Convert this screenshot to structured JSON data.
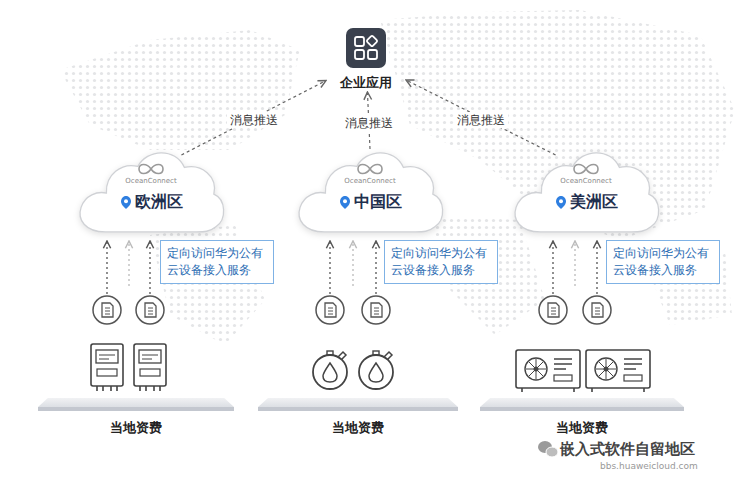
{
  "diagram": {
    "nodes": [
      {
        "text": [
          "企业应用"
        ]
      },
      {
        "text": [
          "OceanConnect",
          "欧洲区"
        ]
      },
      {
        "text": [
          "OceanConnect",
          "中国区"
        ]
      },
      {
        "text": [
          "OceanConnect",
          "美洲区"
        ]
      },
      {
        "text": [
          "定向访问华为公有云设备接入服务"
        ]
      },
      {
        "text": [
          "定向访问华为公有云设备接入服务"
        ]
      },
      {
        "text": [
          "定向访问华为公有云设备接入服务"
        ]
      },
      {
        "text": [
          "当地资费"
        ]
      },
      {
        "text": [
          "当地资费"
        ]
      },
      {
        "text": [
          "当地资费"
        ]
      }
    ],
    "edges": [
      {
        "from": 1,
        "to": 0,
        "label": "消息推送",
        "arrow": "to"
      },
      {
        "from": 2,
        "to": 0,
        "label": "消息推送",
        "arrow": "to"
      },
      {
        "from": 3,
        "to": 0,
        "label": "消息推送",
        "arrow": "to"
      }
    ],
    "labels": [
      "嵌入式软件自留地区",
      "bbs.huaweicloud.com"
    ]
  }
}
